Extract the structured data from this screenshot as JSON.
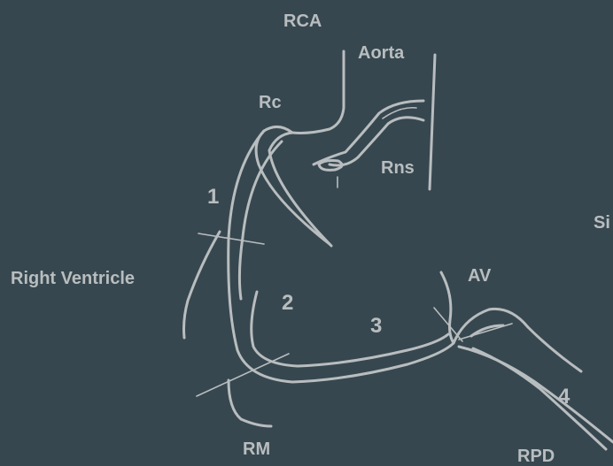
{
  "diagram": {
    "background": "#37474f",
    "line_color": "#b8bdbf",
    "labels": {
      "rca": "RCA",
      "aorta": "Aorta",
      "rc": "Rc",
      "rns": "Rns",
      "segment_1": "1",
      "segment_2": "2",
      "segment_3": "3",
      "segment_4": "4",
      "right_ventricle": "Right Ventricle",
      "av": "AV",
      "si": "Si",
      "rm": "RM",
      "rpd": "RPD"
    }
  }
}
